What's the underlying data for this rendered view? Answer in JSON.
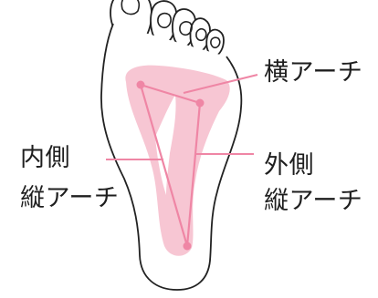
{
  "colors": {
    "outline": "#222222",
    "arch_fill": "#f7c6d3",
    "arch_line": "#ef86a5",
    "text": "#1e1e1e",
    "background": "#ffffff"
  },
  "labels": {
    "transverse_arch": "横アーチ",
    "medial_side": "内側",
    "medial_arch": "縦アーチ",
    "lateral_side": "外側",
    "lateral_arch": "縦アーチ"
  }
}
